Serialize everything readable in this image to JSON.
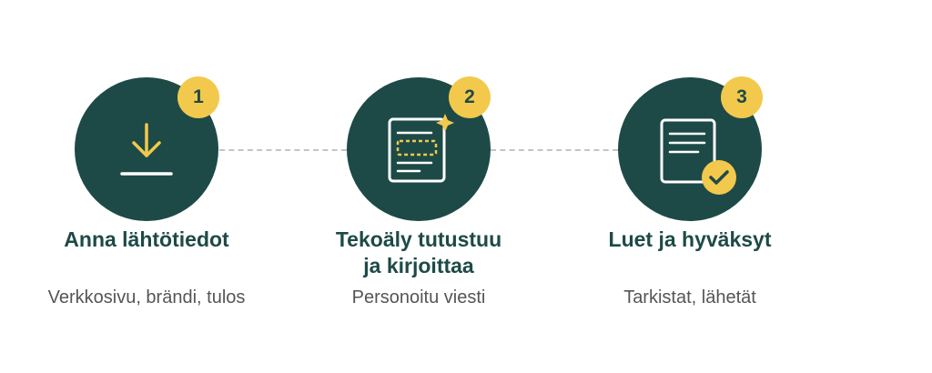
{
  "colors": {
    "primary": "#1d4a47",
    "accent": "#f2c94c",
    "connector": "#c4c4c4",
    "subtitle": "#555555"
  },
  "steps": [
    {
      "number": "1",
      "icon": "download-icon",
      "title_lines": [
        "Anna lähtötiedot"
      ],
      "subtitle": "Verkkosivu, brändi, tulos"
    },
    {
      "number": "2",
      "icon": "document-ai-sparkle-icon",
      "title_lines": [
        "Tekoäly tutustuu",
        "ja kirjoittaa"
      ],
      "subtitle": "Personoitu viesti"
    },
    {
      "number": "3",
      "icon": "document-check-icon",
      "title_lines": [
        "Luet ja hyväksyt"
      ],
      "subtitle": "Tarkistat, lähetät"
    }
  ]
}
